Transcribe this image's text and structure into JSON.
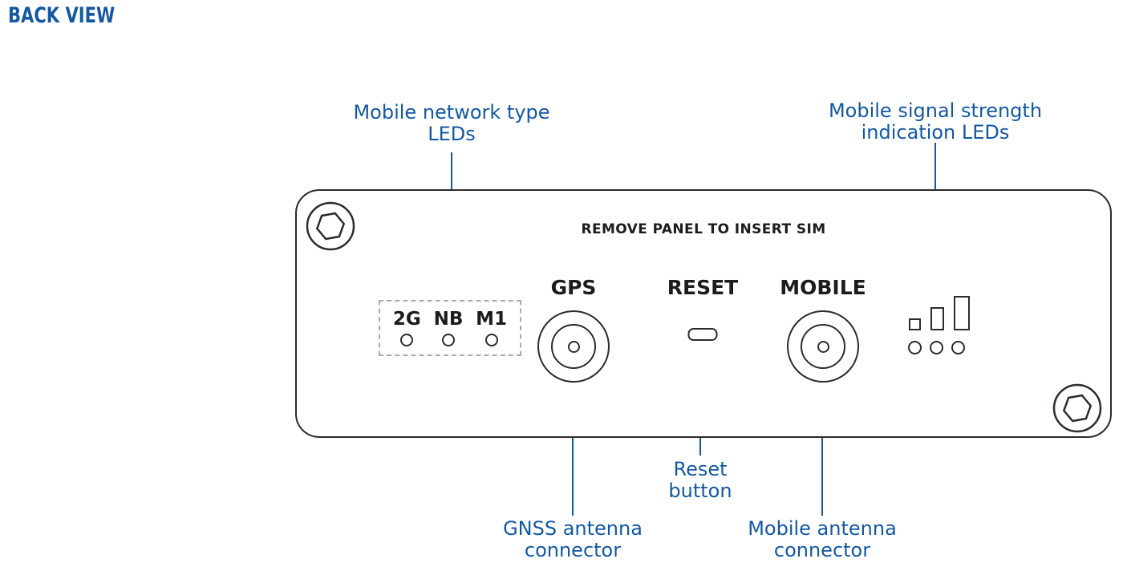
{
  "page": {
    "title": "BACK VIEW"
  },
  "panel": {
    "sim_notice": "REMOVE PANEL TO INSERT SIM",
    "network_leds": {
      "labels": [
        "2G",
        "NB",
        "M1"
      ]
    },
    "gps": {
      "label": "GPS"
    },
    "reset": {
      "label": "RESET"
    },
    "mobile": {
      "label": "MOBILE"
    },
    "signal_leds": {
      "bar_count": 3,
      "dot_count": 3
    }
  },
  "callouts": {
    "network_leds": {
      "line1": "Mobile network type",
      "line2": "LEDs"
    },
    "signal_leds": {
      "line1": "Mobile signal strength",
      "line2": "indication LEDs"
    },
    "reset": {
      "line1": "Reset",
      "line2": "button"
    },
    "gnss": {
      "line1": "GNSS  antenna",
      "line2": "connector"
    },
    "mobile": {
      "line1": "Mobile antenna",
      "line2": "connector"
    }
  },
  "colors": {
    "accent_blue": "#1458a4",
    "outline": "#2e2b28"
  }
}
